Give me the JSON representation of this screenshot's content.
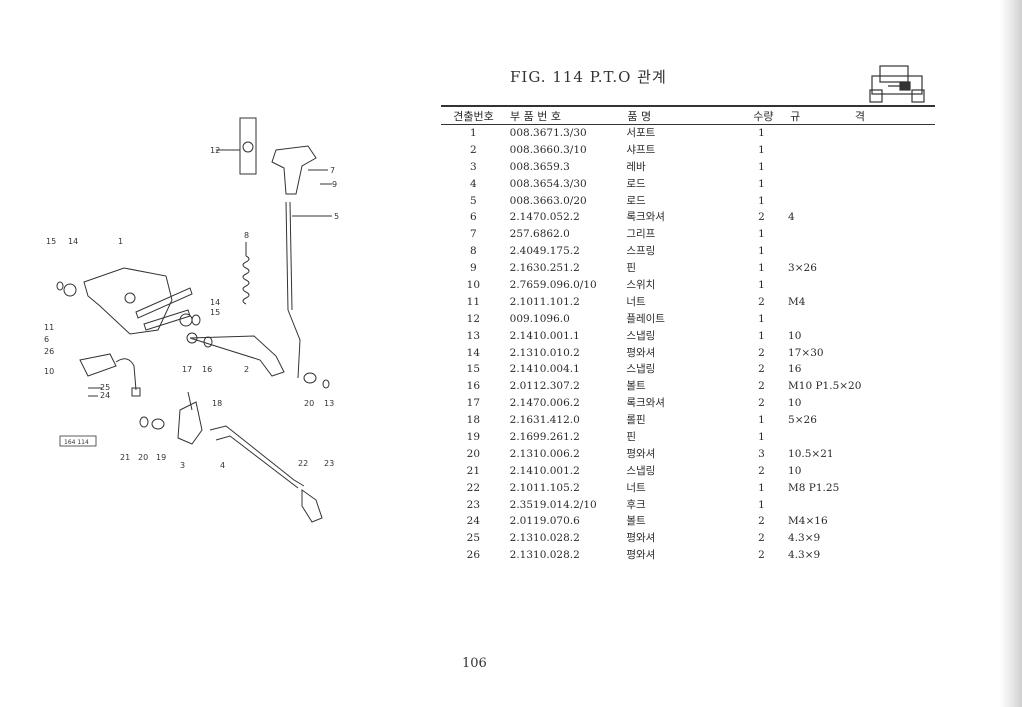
{
  "figure": {
    "title": "FIG. 114 P.T.O 관계",
    "diagram_box_label": "164 114"
  },
  "table": {
    "headers": {
      "no": "견출번호",
      "part_no": "부 품 번 호",
      "name": "품 명",
      "qty": "수량",
      "spec_1": "규",
      "spec_2": "격"
    },
    "rows": [
      {
        "no": "1",
        "part_no": "008.3671.3/30",
        "name": "서포트",
        "qty": "1",
        "spec": ""
      },
      {
        "no": "2",
        "part_no": "008.3660.3/10",
        "name": "샤프트",
        "qty": "1",
        "spec": ""
      },
      {
        "no": "3",
        "part_no": "008.3659.3",
        "name": "레바",
        "qty": "1",
        "spec": ""
      },
      {
        "no": "4",
        "part_no": "008.3654.3/30",
        "name": "로드",
        "qty": "1",
        "spec": ""
      },
      {
        "no": "5",
        "part_no": "008.3663.0/20",
        "name": "로드",
        "qty": "1",
        "spec": ""
      },
      {
        "no": "6",
        "part_no": "2.1470.052.2",
        "name": "록크와셔",
        "qty": "2",
        "spec": "4"
      },
      {
        "no": "7",
        "part_no": "257.6862.0",
        "name": "그리프",
        "qty": "1",
        "spec": ""
      },
      {
        "no": "8",
        "part_no": "2.4049.175.2",
        "name": "스프링",
        "qty": "1",
        "spec": ""
      },
      {
        "no": "9",
        "part_no": "2.1630.251.2",
        "name": "핀",
        "qty": "1",
        "spec": "3×26"
      },
      {
        "no": "10",
        "part_no": "2.7659.096.0/10",
        "name": "스위치",
        "qty": "1",
        "spec": ""
      },
      {
        "no": "11",
        "part_no": "2.1011.101.2",
        "name": "너트",
        "qty": "2",
        "spec": "M4"
      },
      {
        "no": "12",
        "part_no": "009.1096.0",
        "name": "플레이트",
        "qty": "1",
        "spec": ""
      },
      {
        "no": "13",
        "part_no": "2.1410.001.1",
        "name": "스냅링",
        "qty": "1",
        "spec": "10"
      },
      {
        "no": "14",
        "part_no": "2.1310.010.2",
        "name": "평와셔",
        "qty": "2",
        "spec": "17×30"
      },
      {
        "no": "15",
        "part_no": "2.1410.004.1",
        "name": "스냅링",
        "qty": "2",
        "spec": "16"
      },
      {
        "no": "16",
        "part_no": "2.0112.307.2",
        "name": "볼트",
        "qty": "2",
        "spec": "M10 P1.5×20"
      },
      {
        "no": "17",
        "part_no": "2.1470.006.2",
        "name": "록크와셔",
        "qty": "2",
        "spec": "10"
      },
      {
        "no": "18",
        "part_no": "2.1631.412.0",
        "name": "롤핀",
        "qty": "1",
        "spec": "5×26"
      },
      {
        "no": "19",
        "part_no": "2.1699.261.2",
        "name": "핀",
        "qty": "1",
        "spec": ""
      },
      {
        "no": "20",
        "part_no": "2.1310.006.2",
        "name": "평와셔",
        "qty": "3",
        "spec": "10.5×21"
      },
      {
        "no": "21",
        "part_no": "2.1410.001.2",
        "name": "스냅링",
        "qty": "2",
        "spec": "10"
      },
      {
        "no": "22",
        "part_no": "2.1011.105.2",
        "name": "너트",
        "qty": "1",
        "spec": "M8 P1.25"
      },
      {
        "no": "23",
        "part_no": "2.3519.014.2/10",
        "name": "후크",
        "qty": "1",
        "spec": ""
      },
      {
        "no": "24",
        "part_no": "2.0119.070.6",
        "name": "볼트",
        "qty": "2",
        "spec": "M4×16"
      },
      {
        "no": "25",
        "part_no": "2.1310.028.2",
        "name": "평와셔",
        "qty": "2",
        "spec": "4.3×9"
      },
      {
        "no": "26",
        "part_no": "2.1310.028.2",
        "name": "평와셔",
        "qty": "2",
        "spec": "4.3×9"
      }
    ]
  },
  "page_number": "106",
  "icons": {
    "tractor": "tractor-icon"
  },
  "colors": {
    "ink": "#2a2a2a",
    "paper": "#ffffff"
  }
}
